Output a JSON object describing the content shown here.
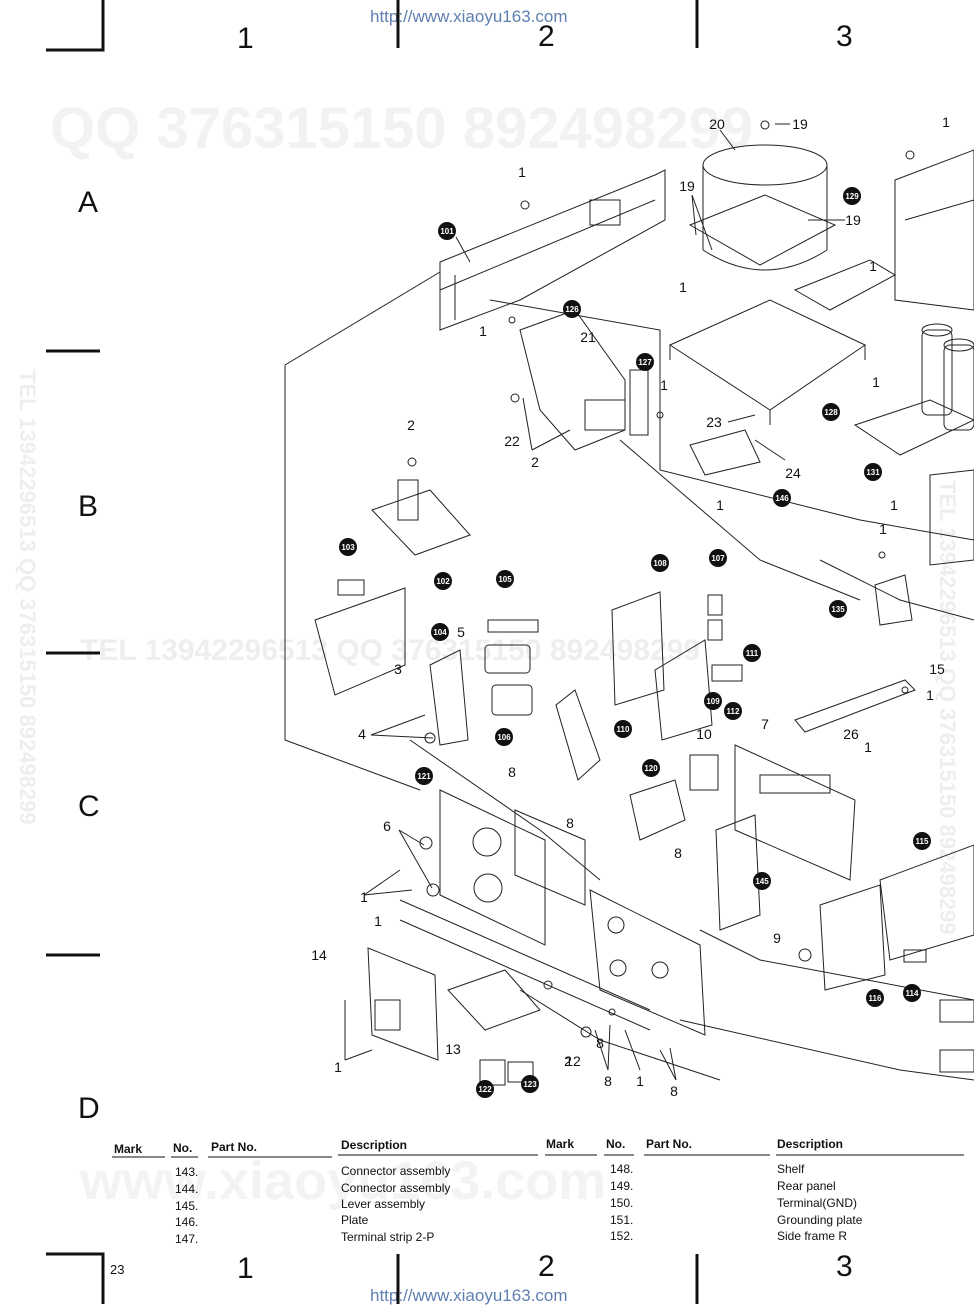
{
  "watermarks": {
    "url_top": "http://www.xiaoyu163.com",
    "url_bottom": "http://www.xiaoyu163.com",
    "qq_line": "QQ 376315150   892498299",
    "tel_mid": "TEL 13942296513   QQ 376315150   892498299",
    "side_left": "TEL 13942296513  QQ 376315150  892498299",
    "side_right": "TEL 13942296513  QQ 376315150  892498299",
    "site_bottom": "www.xiaoyu163.com"
  },
  "grid": {
    "columns_top": [
      "1",
      "2",
      "3"
    ],
    "columns_bottom": [
      "1",
      "2",
      "3"
    ],
    "rows": [
      "A",
      "B",
      "C",
      "D"
    ]
  },
  "page_number": "23",
  "callouts": {
    "plain": [
      "1",
      "1",
      "1",
      "1",
      "1",
      "1",
      "1",
      "1",
      "1",
      "1",
      "1",
      "1",
      "1",
      "1",
      "1",
      "1",
      "2",
      "2",
      "2",
      "3",
      "4",
      "5",
      "6",
      "7",
      "8",
      "8",
      "8",
      "8",
      "8",
      "8",
      "9",
      "10",
      "12",
      "13",
      "14",
      "15",
      "19",
      "19",
      "19",
      "20",
      "21",
      "22",
      "23",
      "24",
      "26"
    ],
    "circled": [
      "101",
      "102",
      "103",
      "104",
      "105",
      "106",
      "107",
      "108",
      "109",
      "110",
      "111",
      "112",
      "114",
      "115",
      "116",
      "120",
      "121",
      "122",
      "123",
      "126",
      "127",
      "128",
      "129",
      "131",
      "135",
      "145",
      "146"
    ]
  },
  "parts_table": {
    "headers": {
      "mark": "Mark",
      "no": "No.",
      "part_no": "Part No.",
      "description": "Description"
    },
    "left": [
      {
        "no": "143.",
        "description": "Connector assembly"
      },
      {
        "no": "144.",
        "description": "Connector assembly"
      },
      {
        "no": "145.",
        "description": "Lever assembly"
      },
      {
        "no": "146.",
        "description": "Plate"
      },
      {
        "no": "147.",
        "description": "Terminal strip 2-P"
      }
    ],
    "right": [
      {
        "no": "148.",
        "description": "Shelf"
      },
      {
        "no": "149.",
        "description": "Rear panel"
      },
      {
        "no": "150.",
        "description": "Terminal(GND)"
      },
      {
        "no": "151.",
        "description": "Grounding plate"
      },
      {
        "no": "152.",
        "description": "Side frame R"
      }
    ]
  }
}
